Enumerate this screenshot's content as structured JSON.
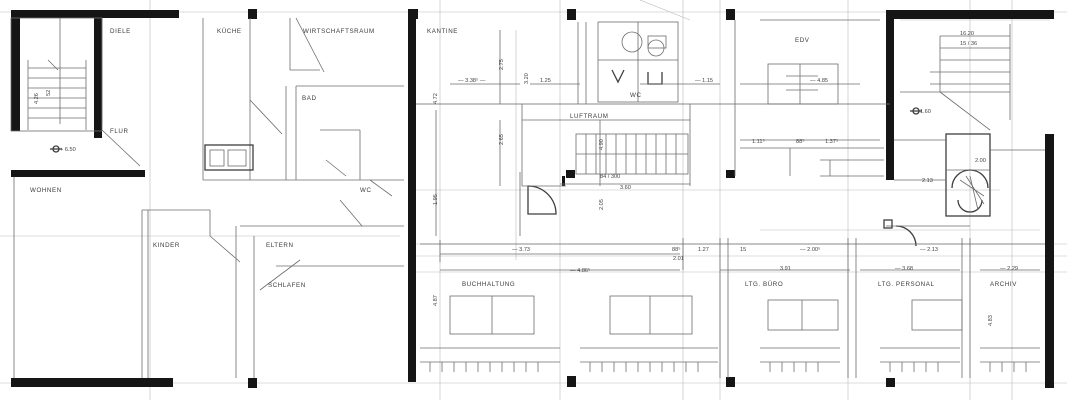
{
  "rooms": {
    "diele": "DIELE",
    "kueche": "KÜCHE",
    "wirtschaftsraum": "WIRTSCHAFTSRAUM",
    "bad": "BAD",
    "flur": "FLUR",
    "wohnen": "WOHNEN",
    "wc_left": "WC",
    "kinder": "KINDER",
    "eltern": "ELTERN",
    "schlafen": "SCHLAFEN",
    "kantine": "KANTINE",
    "luftraum": "LUFTRAUM",
    "edv": "EDV",
    "wc_core": "WC",
    "buchhaltung": "BUCHHALTUNG",
    "ltg_buero": "LTG. BÜRO",
    "ltg_personal": "LTG. PERSONAL",
    "archiv": "ARCHIV"
  },
  "dimensions": {
    "d_3_38": "— 3.38⁵ —",
    "d_1_25": "1.25",
    "d_1_15": "— 1.15",
    "d_4_85": "— 4.85",
    "d_1_11": "1.11⁵",
    "d_88a": "88⁵",
    "d_1_37": "1.37⁵",
    "d_3_60": "3.60",
    "d_84_300": "84 / 300",
    "d_3_73": "— 3.73",
    "d_4_86": "— 4.86⁵",
    "d_88b": "88⁵",
    "d_1_27": "1.27",
    "d_15": "15",
    "d_2_00": "— 2.00⁵",
    "d_3_91": "3.91",
    "d_3_68": "— 3.68",
    "d_2_13": "— 2.13",
    "d_2_29": "— 2.29",
    "d_2_01": "2.01",
    "d_1_60": "1.60",
    "d_2_13b": "2.13",
    "d_16_20": "16.20",
    "d_15_36": "15 / 36",
    "d_2_00_b": "2.00",
    "d_50_stair": "52",
    "d_6_50": "+ 6.50",
    "d_4_72": "4.72",
    "d_2_75": "2.75",
    "d_2_65": "2.65",
    "d_1_95": "1.95",
    "d_4_90": "4.90",
    "d_2_05": "2.05",
    "d_4_87": "4.87",
    "d_4_83": "4.83",
    "d_3_20": "3.20",
    "d_4_26": "4.26"
  }
}
